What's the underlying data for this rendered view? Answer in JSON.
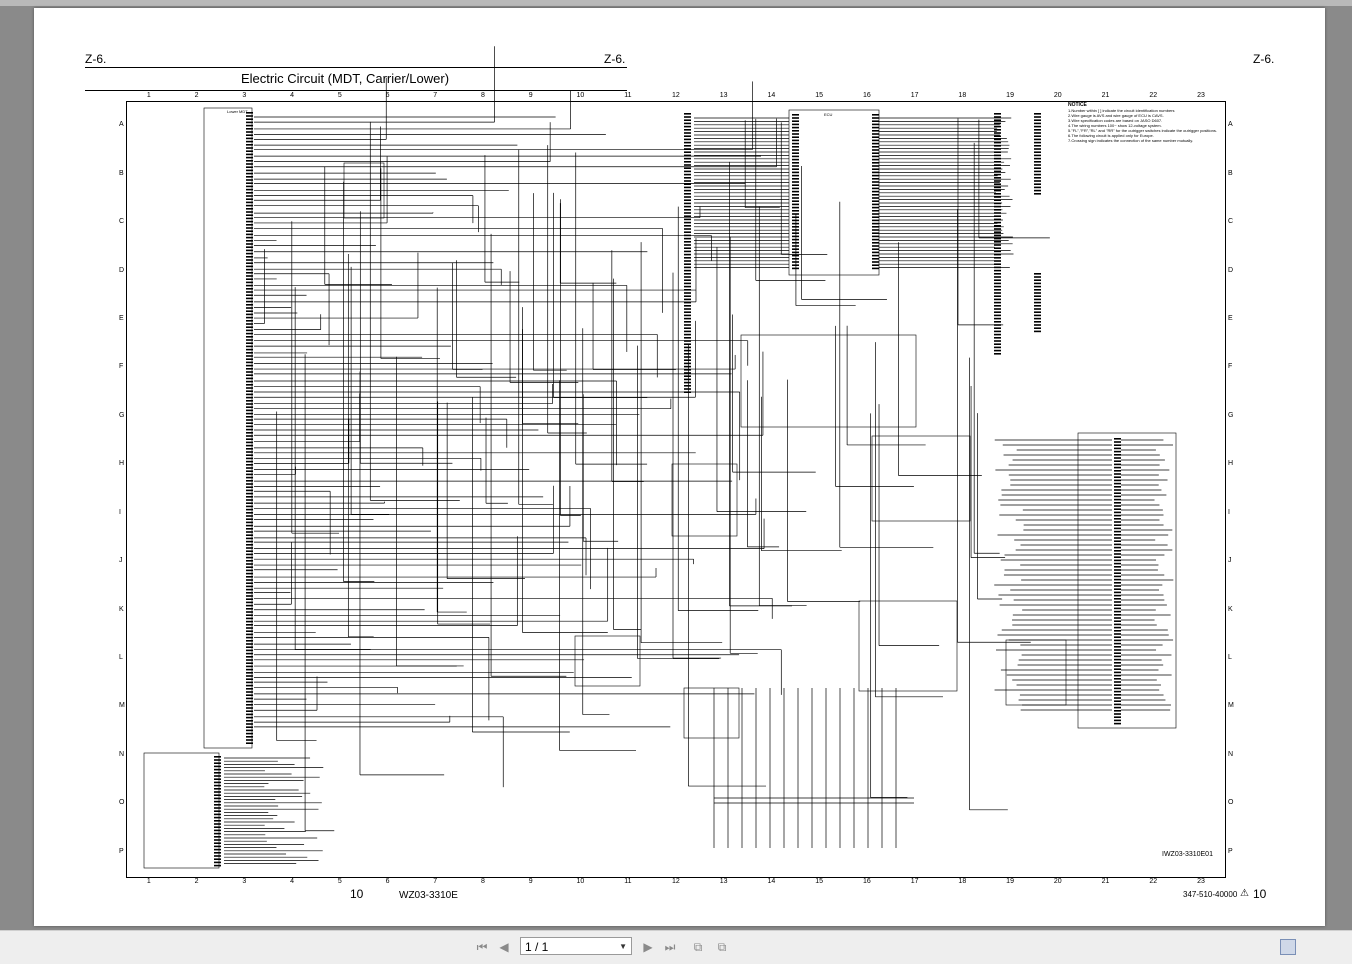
{
  "document": {
    "section_left": "Z-6.",
    "section_mid": "Z-6.",
    "section_right": "Z-6.",
    "title": "Electric Circuit  (MDT, Carrier/Lower)",
    "column_numbers": [
      "1",
      "2",
      "3",
      "4",
      "5",
      "6",
      "7",
      "8",
      "9",
      "10",
      "11",
      "12",
      "13",
      "14",
      "15",
      "16",
      "17",
      "18",
      "19",
      "20",
      "21",
      "22",
      "23"
    ],
    "row_letters": [
      "A",
      "B",
      "C",
      "D",
      "E",
      "F",
      "G",
      "H",
      "I",
      "J",
      "K",
      "L",
      "M",
      "N",
      "O",
      "P"
    ],
    "footer_page_left": "10",
    "footer_code_left": "WZ03-3310E",
    "footer_code_right": "347-510-40000",
    "footer_page_right": "10",
    "drawing_number": "IWZ03-3310E01",
    "notice_title": "NOTICE",
    "notice_lines": [
      "1.Number within [ ] indicate the circuit identification numbers",
      "2.Wire gauge is AVS and wire gauge of ECU is CAVS.",
      "3.Wire specification codes are based on JASO D607.",
      "4.The wiring numbers 100~ show 12-voltage system.",
      "5.\"FL\",\"FR\",\"RL\" and \"RR\" for the outrigger switches indicate the outrigger positions.",
      "6.The following circuit is applied only for Europe.",
      "7.Crossing sign indicates the connection of the same number mutually."
    ],
    "box_labels": [
      "Lower MDT",
      "ECU"
    ]
  },
  "toolbar": {
    "page_value": "1 / 1",
    "first_icon": "first-page-icon",
    "prev_icon": "prev-page-icon",
    "next_icon": "next-page-icon",
    "last_icon": "last-page-icon"
  }
}
